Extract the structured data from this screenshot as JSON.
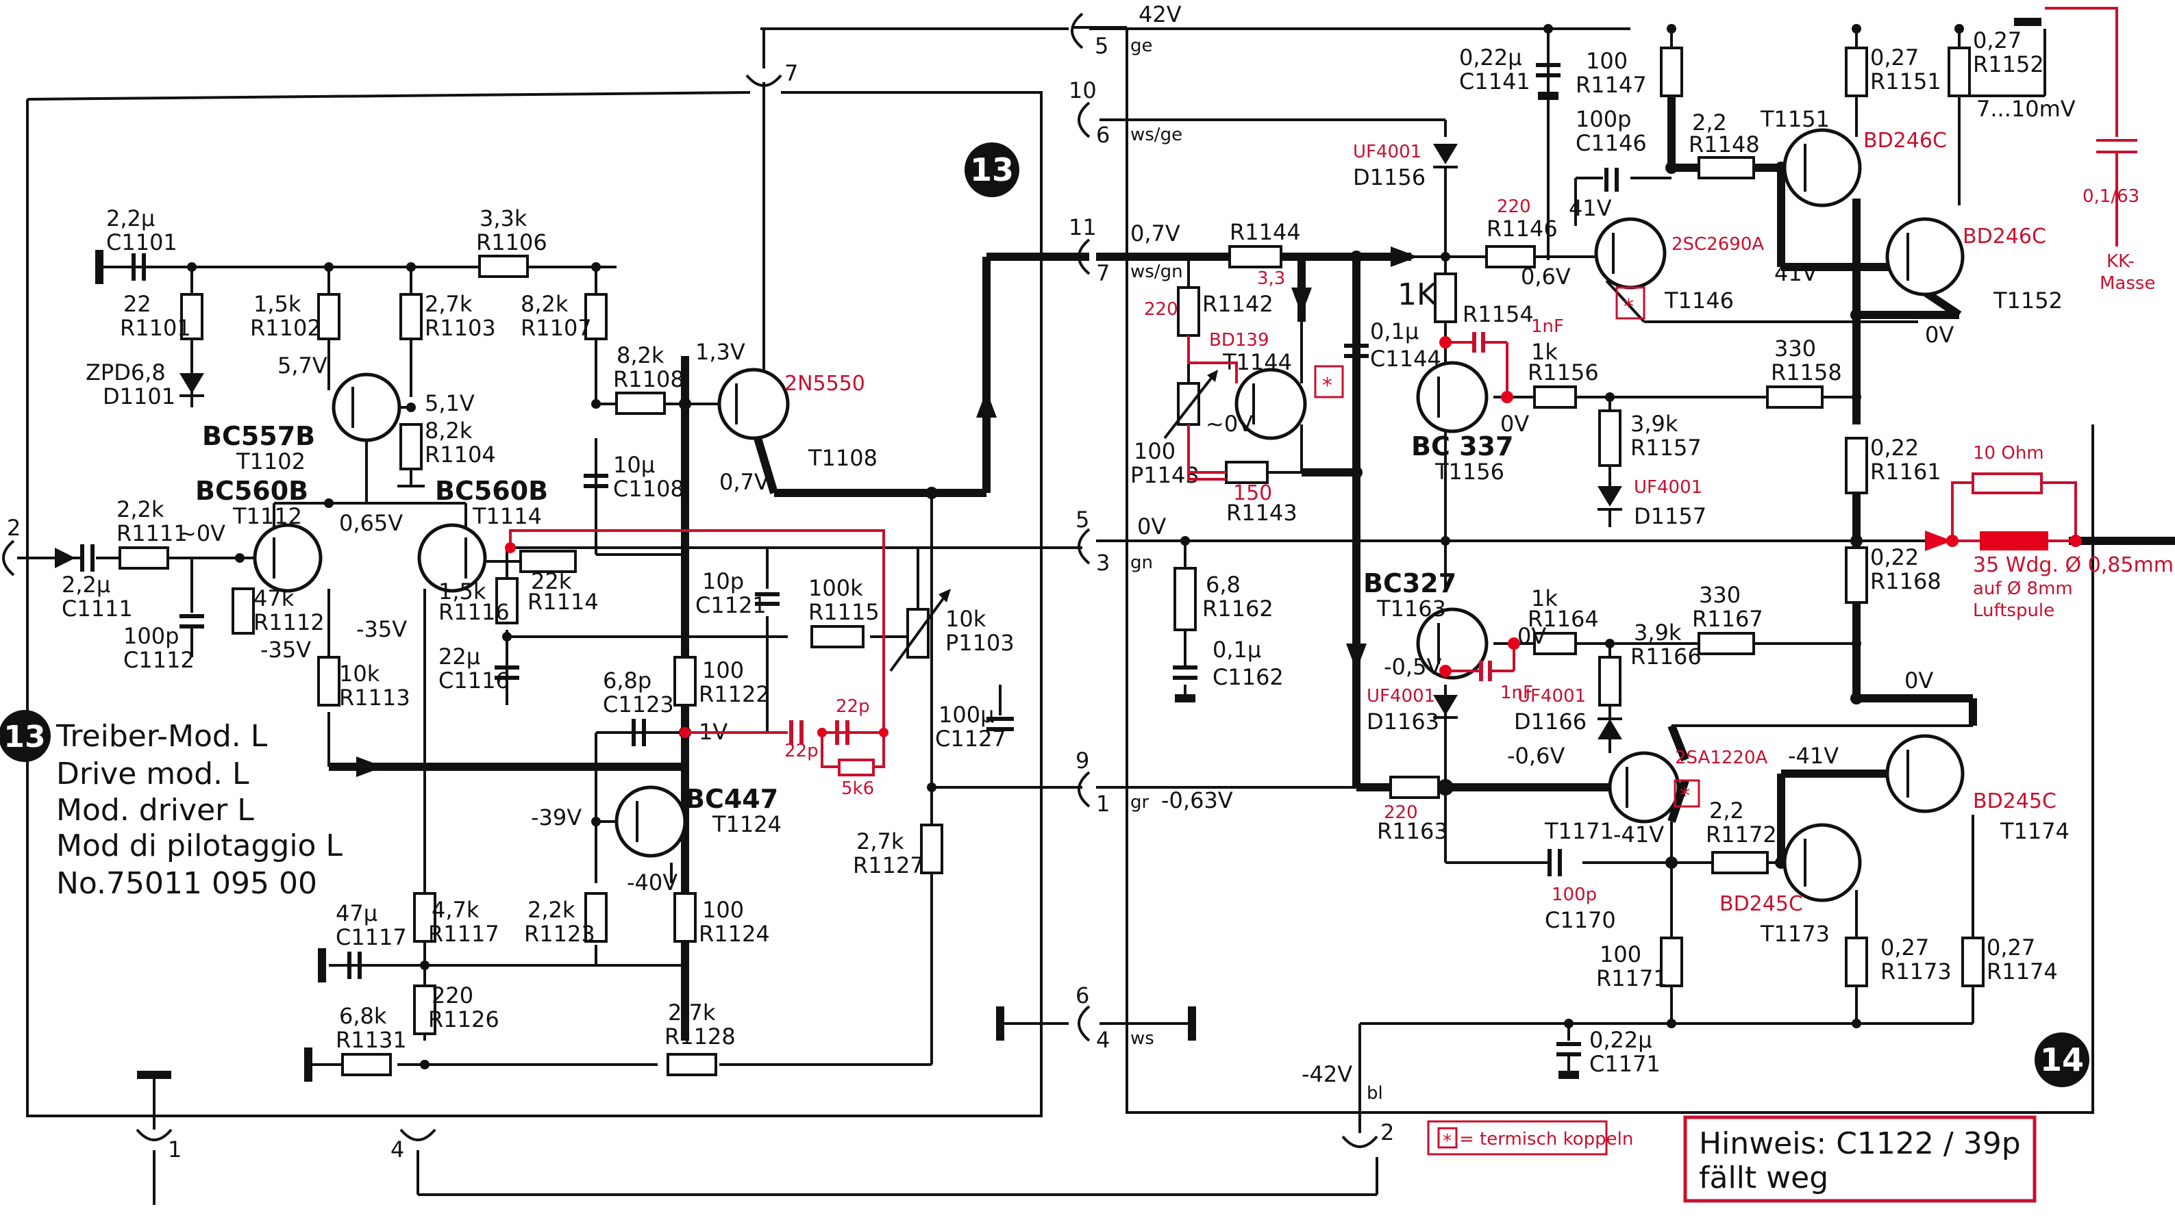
{
  "module_badges": {
    "left_module": "13",
    "right_module": "14"
  },
  "title_block": {
    "line1": "Treiber-Mod. L",
    "line2": "Drive mod. L",
    "line3": "Mod. driver L",
    "line4": "Mod di pilotaggio L",
    "line5": "No.75011 095 00"
  },
  "connectors": {
    "c42v": "42V",
    "c42v_pin": "5",
    "c42v_color": "ge",
    "c7_pin": "7",
    "c10_pin": "10",
    "c10_sub": "6",
    "c10_color": "ws/ge",
    "c11_pin": "11",
    "c11_sub": "7",
    "c11_color": "ws/gn",
    "c11_volt": "0,7V",
    "c5_pin": "5",
    "c5_sub": "3",
    "c5_color": "gn",
    "c5_volt": "0V",
    "c9_pin": "9",
    "c9_sub": "1",
    "c9_color": "gr",
    "c9_volt": "-0,63V",
    "c6_pin": "6",
    "c6_sub": "4",
    "c6_color": "ws",
    "cm42_volt": "-42V",
    "cm42_color": "bl",
    "cm42_pin": "2",
    "in_pin": "2",
    "b1_pin": "1",
    "b4_pin": "4"
  },
  "components_left": {
    "c1101_val": "2,2µ",
    "c1101_ref": "C1101",
    "r1101_val": "22",
    "r1101_ref": "R1101",
    "d1101_val": "ZPD6,8",
    "d1101_ref": "D1101",
    "r1102_val": "1,5k",
    "r1102_ref": "R1102",
    "r1103_val": "2,7k",
    "r1103_ref": "R1103",
    "r1104_val": "8,2k",
    "r1104_ref": "R1104",
    "r1106_val": "3,3k",
    "r1106_ref": "R1106",
    "r1107_val": "8,2k",
    "r1107_ref": "R1107",
    "r1108_val": "8,2k",
    "r1108_ref": "R1108",
    "c1108_val": "10µ",
    "c1108_ref": "C1108",
    "t1102_type": "BC557B",
    "t1102_ref": "T1102",
    "t1112_type": "BC560B",
    "t1112_ref": "T1112",
    "t1114_type": "BC560B",
    "t1114_ref": "T1114",
    "t1108_type": "2N5550",
    "t1108_ref": "T1108",
    "t1124_type": "BC447",
    "t1124_ref": "T1124",
    "r1111_val": "2,2k",
    "r1111_ref": "R1111",
    "r1111_note": "~0V",
    "c1111_val": "2,2µ",
    "c1111_ref": "C1111",
    "c1112_val": "100p",
    "c1112_ref": "C1112",
    "r1112_val": "47k",
    "r1112_ref": "R1112",
    "r1113_val": "10k",
    "r1113_ref": "R1113",
    "r1114_val": "22k",
    "r1114_ref": "R1114",
    "r1116_val": "1,5k",
    "r1116_ref": "R1116",
    "c1116_val": "22µ",
    "c1116_ref": "C1116",
    "c1121_val": "10p",
    "c1121_ref": "C1121",
    "r1115_val": "100k",
    "r1115_ref": "R1115",
    "p1103_val": "10k",
    "p1103_ref": "P1103",
    "r1122_val": "100",
    "r1122_ref": "R1122",
    "c1123_val": "6,8p",
    "c1123_ref": "C1123",
    "c1127_val": "100µ",
    "c1127_ref": "C1127",
    "r1127_val": "2,7k",
    "r1127_ref": "R1127",
    "r1123_val": "2,2k",
    "r1123_ref": "R1123",
    "r1124_val": "100",
    "r1124_ref": "R1124",
    "c1117_val": "47µ",
    "c1117_ref": "C1117",
    "r1117_val": "4,7k",
    "r1117_ref": "R1117",
    "r1126_val": "220",
    "r1126_ref": "R1126",
    "r1131_val": "6,8k",
    "r1131_ref": "R1131",
    "r1128_val": "2,7k",
    "r1128_ref": "R1128"
  },
  "voltages_left": {
    "v57": "5,7V",
    "v51": "5,1V",
    "v13": "1,3V",
    "v065": "0,65V",
    "v07": "0,7V",
    "vm35a": "-35V",
    "vm35b": "-35V",
    "v1": "1V",
    "vm39": "-39V",
    "vm40": "-40V"
  },
  "components_right": {
    "c1141_val": "0,22µ",
    "c1141_ref": "C1141",
    "r1147_val": "100",
    "r1147_ref": "R1147",
    "c1146_val": "100p",
    "c1146_ref": "C1146",
    "r1148_val": "2,2",
    "r1148_ref": "R1148",
    "t1151_ref": "T1151",
    "r1151_val": "0,27",
    "r1151_ref": "R1151",
    "r1152_val": "0,27",
    "r1152_ref": "R1152",
    "d1156_ref": "D1156",
    "r1144_ref": "R1144",
    "r1146_ref": "R1146",
    "r1142_ref": "R1142",
    "t1144_ref": "T1144",
    "r1154_val": "1K",
    "r1154_ref": "R1154",
    "c1144_val": "0,1µ",
    "c1144_ref": "C1144",
    "r1156_val": "1k",
    "r1156_ref": "R1156",
    "t1156_type": "BC 337",
    "t1156_ref": "T1156",
    "r1158_val": "330",
    "r1158_ref": "R1158",
    "r1157_val": "3,9k",
    "r1157_ref": "R1157",
    "d1157_ref": "D1157",
    "p1143_val": "100",
    "p1143_ref": "P1143",
    "r1143_ref": "R1143",
    "t1146_ref": "T1146",
    "t1152_ref": "T1152",
    "r1161_val": "0,22",
    "r1161_ref": "R1161",
    "r1168_val": "0,22",
    "r1168_ref": "R1168",
    "r1162_val": "6,8",
    "r1162_ref": "R1162",
    "c1162_val": "0,1µ",
    "c1162_ref": "C1162",
    "t1163_type": "BC327",
    "t1163_ref": "T1163",
    "r1164_val": "1k",
    "r1164_ref": "R1164",
    "r1167_val": "330",
    "r1167_ref": "R1167",
    "r1166_val": "3,9k",
    "r1166_ref": "R1166",
    "d1163_ref": "D1163",
    "d1166_ref": "D1166",
    "r1163_ref": "R1163",
    "t1171_ref": "T1171",
    "c1170_ref": "C1170",
    "r1172_val": "2,2",
    "r1172_ref": "R1172",
    "t1173_ref": "T1173",
    "t1174_ref": "T1174",
    "r1171_val": "100",
    "r1171_ref": "R1171",
    "r1173_val": "0,27",
    "r1173_ref": "R1173",
    "r1174_val": "0,27",
    "r1174_ref": "R1174",
    "c1171_val": "0,22µ",
    "c1171_ref": "C1171"
  },
  "voltages_right": {
    "v41a": "41V",
    "v06": "0,6V",
    "v41b": "41V",
    "v0a": "0V",
    "v0b": "0V",
    "vm0a": "~0V",
    "vm05": "-0,5V",
    "v0c": "0V",
    "v0d": "0V",
    "vm06": "-0,6V",
    "vm41a": "-41V",
    "vm41b": "-41V"
  },
  "annotations_red": {
    "t1108_type": "2N5550",
    "d1156_type": "UF4001",
    "r1146_val": "220",
    "r1144_val": "3,3",
    "r1142_val": "220",
    "t1144_type": "BD139",
    "t1146_type": "2SC2690A",
    "t1151_type": "BD246C",
    "t1152_type": "BD246C",
    "cap_1nf_a": "1nF",
    "cap_1nf_b": "1nF",
    "d1157_type": "UF4001",
    "d1163_type": "UF4001",
    "d1166_type": "UF4001",
    "r1143_val": "150",
    "r1163_val": "220",
    "c1170_val": "100p",
    "t1171_type": "2SA1220A",
    "t1173_type": "BD245C",
    "t1174_type": "BD245C",
    "res_10ohm": "10 Ohm",
    "coil_line1": "35 Wdg. Ø 0,85mm",
    "coil_line2": "auf Ø 8mm",
    "coil_line3": "Luftspule",
    "kk_cap": "0,1/63",
    "kk_line1": "KK-",
    "kk_line2": "Masse",
    "cap22p_a": "22p",
    "cap22p_b": "22p",
    "res_5k6": "5k6",
    "thermal_star": "*"
  },
  "measure": {
    "idle_voltage": "7...10mV"
  },
  "legend": {
    "text": "= termisch koppeln",
    "symbol": "*"
  },
  "note": {
    "line1": "Hinweis: C1122 / 39p",
    "line2": "fällt weg"
  },
  "colors": {
    "ink": "#111111",
    "modification_red": "#c8102e",
    "paper": "#ffffff"
  }
}
